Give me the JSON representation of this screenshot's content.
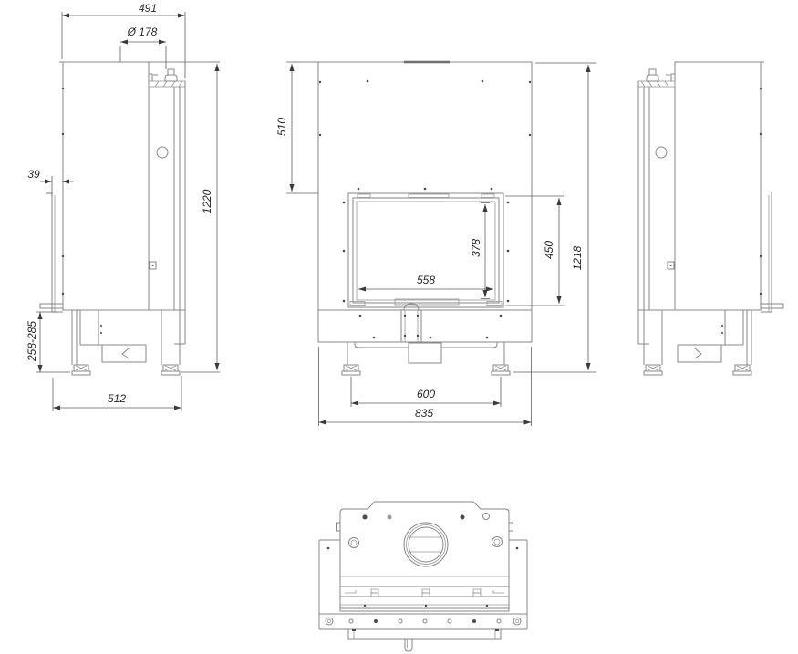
{
  "title": "fireplace-insert-technical-drawing",
  "views": {
    "side_left": "left-side-view",
    "front": "front-view",
    "side_right": "right-side-view",
    "top": "top-view"
  },
  "dimensions": {
    "side": {
      "top_width": "491",
      "flue_diameter": "Ø 178",
      "rear_gap": "39",
      "overall_height": "1220",
      "base_height_range": "258-285",
      "base_depth": "512"
    },
    "front": {
      "top_section_height": "510",
      "glass_height": "378",
      "door_height": "450",
      "glass_width": "558",
      "feet_spacing": "600",
      "overall_width": "835",
      "overall_height": "1218"
    }
  }
}
